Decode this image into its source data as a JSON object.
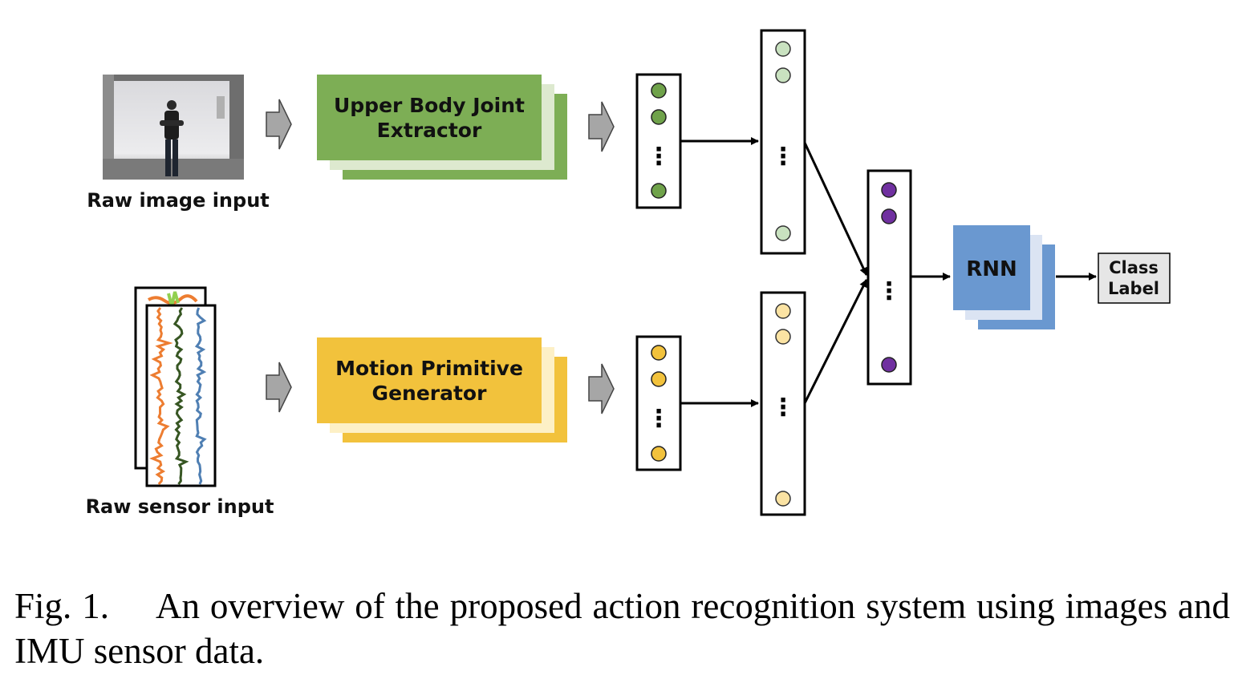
{
  "inputs": {
    "image_label": "Raw image input",
    "sensor_label": "Raw sensor input"
  },
  "blocks": {
    "joint_extractor": [
      "Upper Body Joint",
      "Extractor"
    ],
    "motion_generator": [
      "Motion Primitive",
      "Generator"
    ],
    "rnn": "RNN",
    "output": [
      "Class",
      "Label"
    ]
  },
  "vector_ellipsis": "⋮",
  "colors": {
    "green_block": "#7dae55",
    "green_shadow": "#dde9cf",
    "green_node": "#6fa24a",
    "green_node_light": "#c9e2c0",
    "yellow_block": "#f2c23c",
    "yellow_shadow": "#fdf0c6",
    "yellow_node": "#f2c23c",
    "yellow_node_light": "#fbe3a3",
    "purple_node": "#7030a0",
    "blue_block": "#6a98d0",
    "blue_shadow": "#dbe4f3",
    "output_box": "#e6e6e6",
    "sensor_orange": "#ed7d31",
    "sensor_green": "#375623",
    "sensor_blue": "#4f7fb3",
    "sensor_lightgreen": "#92d050"
  },
  "caption": {
    "number": "Fig. 1.",
    "text": "An overview of the proposed action recognition system using images and IMU sensor data."
  }
}
